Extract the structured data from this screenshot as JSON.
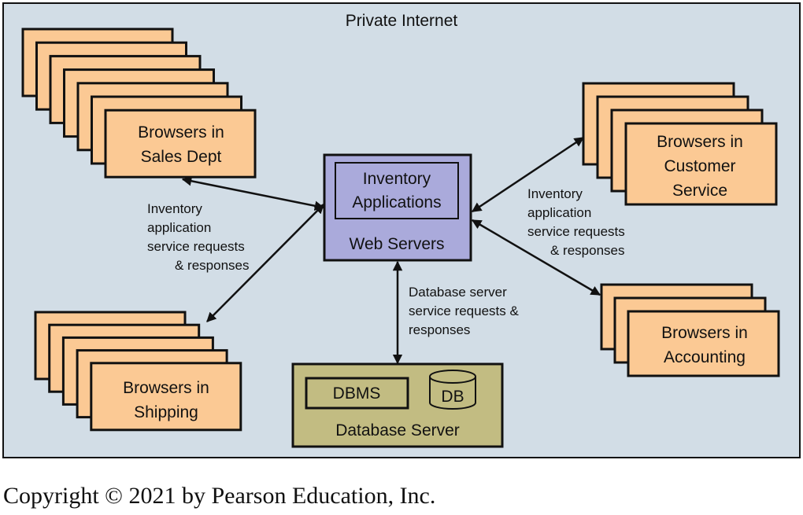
{
  "diagram": {
    "region_label": "Private Internet",
    "groups": {
      "sales": {
        "lines": [
          "Browsers in",
          "Sales Dept"
        ]
      },
      "shipping": {
        "lines": [
          "Browsers in",
          "Shipping"
        ]
      },
      "customer_service": {
        "lines": [
          "Browsers in",
          "Customer",
          "Service"
        ]
      },
      "accounting": {
        "lines": [
          "Browsers in",
          "Accounting"
        ]
      }
    },
    "web_server": {
      "inner_lines": [
        "Inventory",
        "Applications"
      ],
      "label": "Web Servers"
    },
    "database_server": {
      "dbms_label": "DBMS",
      "db_label": "DB",
      "label": "Database Server"
    },
    "annotations": {
      "left": [
        "Inventory",
        "application",
        "service requests",
        "& responses"
      ],
      "right": [
        "Inventory",
        "application",
        "service requests",
        "& responses"
      ],
      "center": [
        "Database server",
        "service requests &",
        "responses"
      ]
    }
  },
  "colors": {
    "region_fill": "#d2dde6",
    "browser_fill": "#fbc994",
    "web_server_fill": "#aaaadb",
    "database_fill": "#c2bc82",
    "stroke": "#111111"
  },
  "copyright": "Copyright © 2021 by Pearson Education, Inc."
}
